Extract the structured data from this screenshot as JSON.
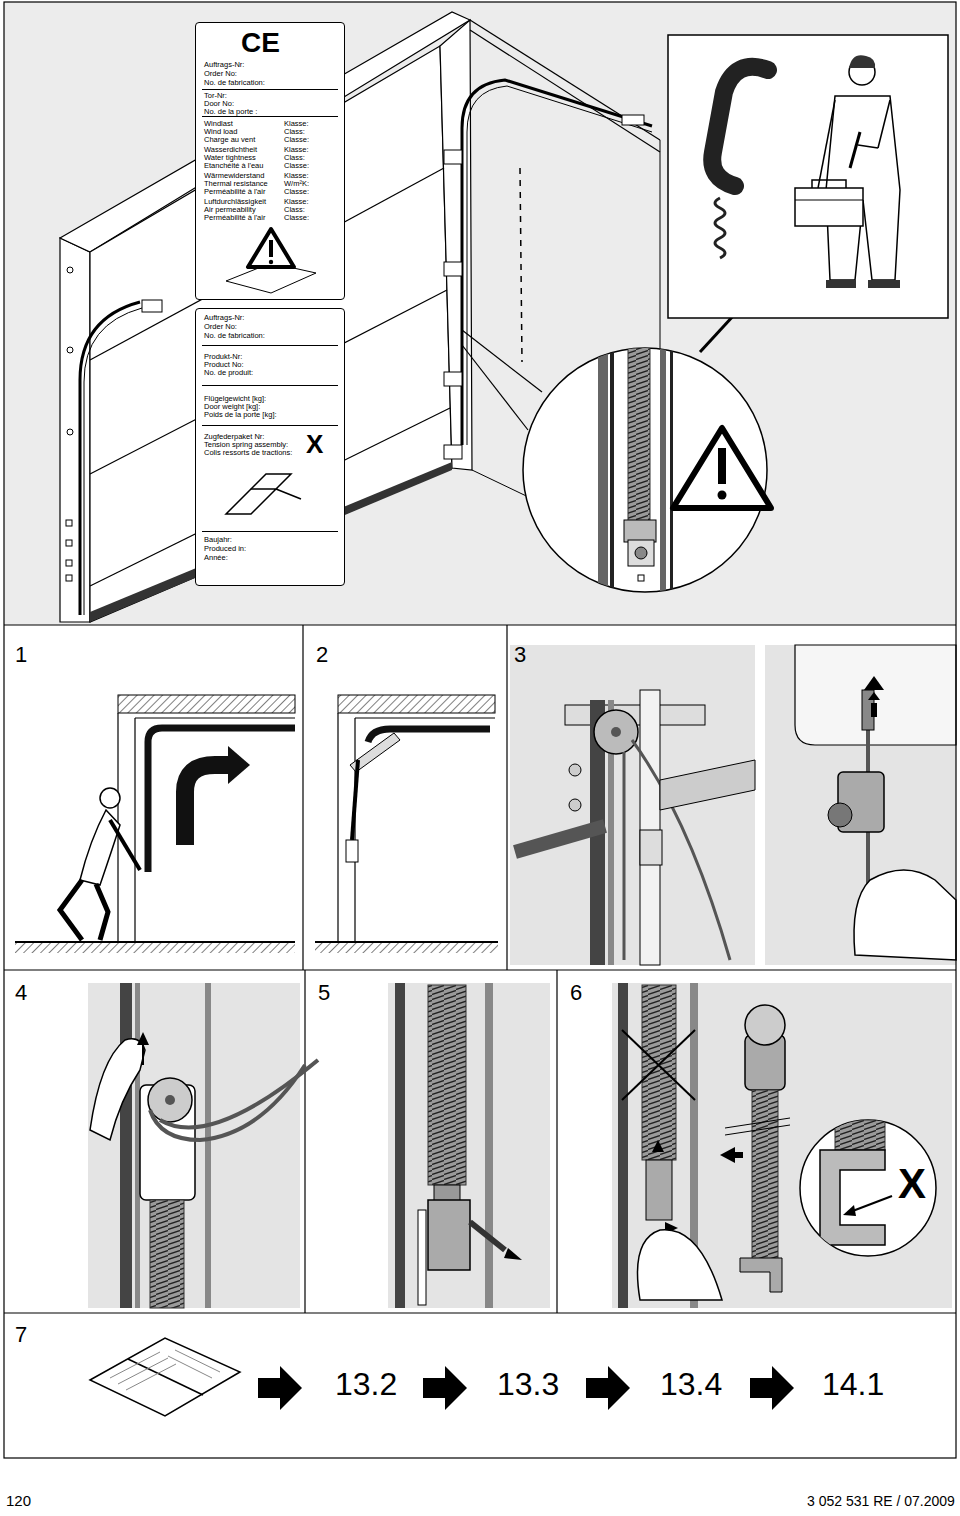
{
  "diagram": {
    "nodes": [
      {
        "text": [
          "CE",
          "Auftrags-Nr:",
          "Order No:",
          "No. de fabrication:",
          "Tor-Nr:",
          "Door No:",
          "No. de la porte :",
          "Windlast",
          "Klasse:",
          "Wind load",
          "Class:",
          "Charge au vent",
          "Classe:",
          "Wasserdichtheit",
          "Klasse:",
          "Water tightness",
          "Class:",
          "Etanchéité à l'eau",
          "Classe:",
          "Wärmewiderstand",
          "Klasse:",
          "Thermal resistance",
          "W/m²K:",
          "Perméabilité à l'air",
          "Classe:",
          "Luftdurchlässigkeit",
          "Klasse:",
          "Air permeability",
          "Class:",
          "Perméabilité à l'air",
          "Classe:"
        ]
      },
      {
        "text": [
          "Auftrags-Nr:",
          "Order No:",
          "No. de fabrication:",
          "Produkt-Nr:",
          "Product No:",
          "No. de produit:",
          "Flügelgewicht [kg]:",
          "Door weight [kg]:",
          "Poids de la porte [kg]:",
          "Zugfederpaket Nr:",
          "Tension spring assembly:",
          "Colis ressorts de tractions:",
          "X",
          "Baujahr:",
          "Produced in:",
          "Année:"
        ]
      }
    ],
    "labels": [
      "1",
      "2",
      "3",
      "4",
      "5",
      "6",
      "X",
      "7",
      "13.2",
      "13.3",
      "13.4",
      "14.1",
      "120",
      "3 052 531 RE / 07.2009"
    ]
  }
}
